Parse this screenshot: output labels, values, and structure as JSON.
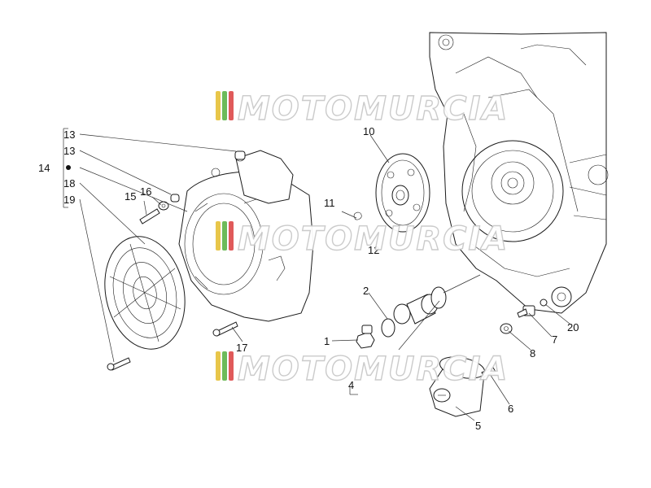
{
  "watermark": {
    "text": "MOTOMURCIA",
    "colors": [
      "#e8c64a",
      "#6dbb5a",
      "#e05a5a",
      "#9a9a9a"
    ]
  },
  "callouts": {
    "c1": "1",
    "c2": "2",
    "c4": "4",
    "c5": "5",
    "c6": "6",
    "c7": "7",
    "c8": "8",
    "c10": "10",
    "c11": "11",
    "c12": "12",
    "c13a": "13",
    "c13b": "13",
    "c14": "14",
    "c15": "15",
    "c16": "16",
    "c17": "17",
    "c18": "18",
    "c19": "19",
    "c20": "20"
  },
  "icons": {
    "bullet": "filled-dot"
  }
}
